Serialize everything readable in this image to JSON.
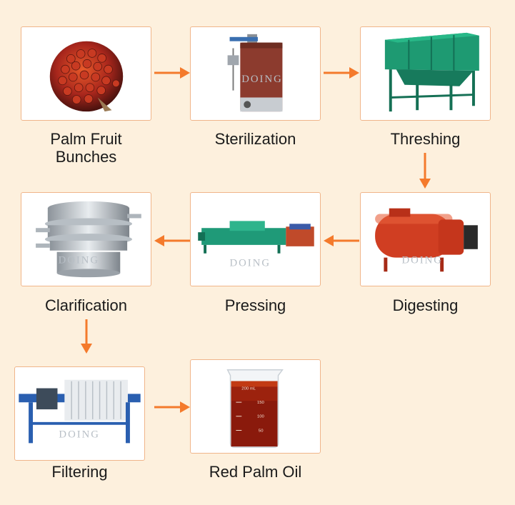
{
  "steps": [
    {
      "name": "Palm Fruit Bunches",
      "line1": "Palm Fruit",
      "line2": "Bunches"
    },
    {
      "name": "Sterilization"
    },
    {
      "name": "Threshing"
    },
    {
      "name": "Digesting"
    },
    {
      "name": "Pressing"
    },
    {
      "name": "Clarification"
    },
    {
      "name": "Filtering"
    },
    {
      "name": "Red Palm Oil"
    }
  ],
  "watermark": "DOING",
  "beaker_marks": {
    "volume": "200 mL",
    "ticks": [
      "150",
      "100",
      "50"
    ]
  },
  "colors": {
    "arrow": "#f47a2c",
    "card_border": "#f0b58a",
    "background": "#fdf0dd"
  }
}
